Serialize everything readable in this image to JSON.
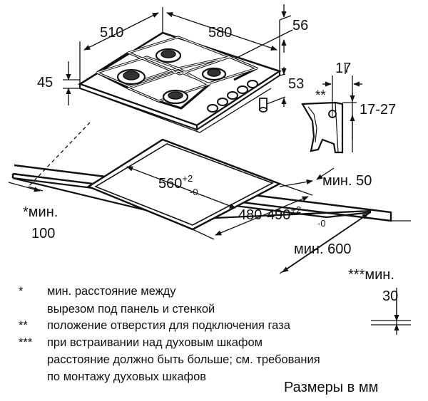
{
  "dimensions": {
    "hob_width": "510",
    "hob_depth": "580",
    "hob_height": "56",
    "hob_top_thickness": "45",
    "gas_offset": "53",
    "connector_width": "17",
    "connector_height": "17-27",
    "cutout_width_base": "560",
    "cutout_width_tol_plus": "+2",
    "cutout_width_tol_minus": "-0",
    "cutout_depth_base": "480-490",
    "cutout_depth_tol_plus": "+2",
    "cutout_depth_tol_minus": "-0",
    "min_rear": "мин. 50",
    "min_side_label": "*мин.",
    "min_side_value": "100",
    "min_front": "мин. 600",
    "min_below_label": "***мин.",
    "min_below_value": "30",
    "gas_mark": "**"
  },
  "notes": [
    {
      "mark": "*",
      "lines": [
        "мин. расстояние между",
        "вырезом под панель и стенкой"
      ]
    },
    {
      "mark": "**",
      "lines": [
        "положение отверстия для подключения газа"
      ]
    },
    {
      "mark": "***",
      "lines": [
        "при встраивании над духовым шкафом",
        "расстояние должно быть больше; см. требования",
        "по монтажу духовых шкафов"
      ]
    }
  ],
  "units_label": "Размеры в мм"
}
